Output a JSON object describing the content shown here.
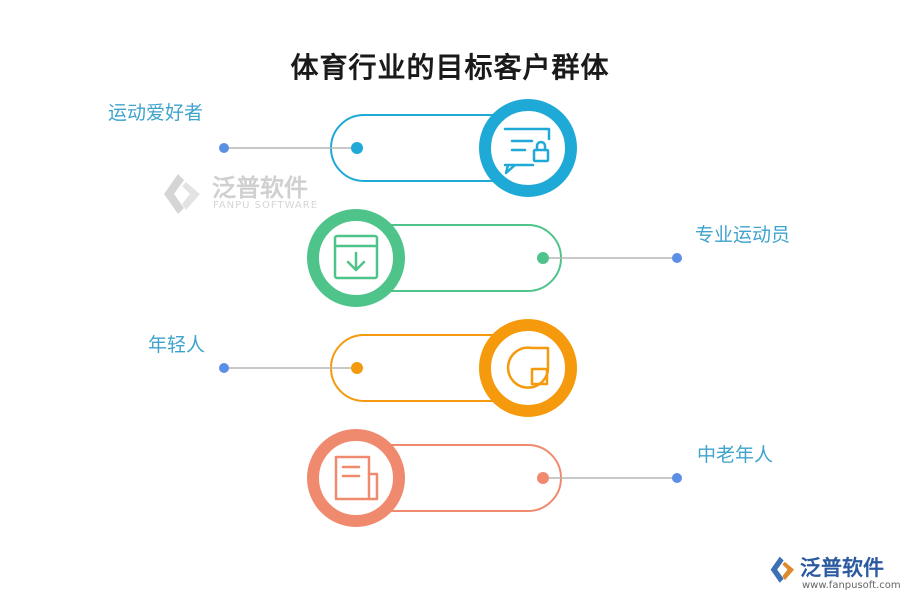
{
  "title": "体育行业的目标客户群体",
  "items": [
    {
      "label": "运动爱好者",
      "color": "#1fa9d6",
      "icon": "chat-lock-icon"
    },
    {
      "label": "专业运动员",
      "color": "#4fc48a",
      "icon": "download-box-icon"
    },
    {
      "label": "年轻人",
      "color": "#f59a0c",
      "icon": "chart-square-icon"
    },
    {
      "label": "中老年人",
      "color": "#f08a6e",
      "icon": "document-icon"
    }
  ],
  "watermark": {
    "name": "泛普软件",
    "sub": "FANPU SOFTWARE"
  },
  "corner_logo": {
    "name": "泛普软件",
    "url": "www.fanpusoft.com"
  },
  "colors": {
    "dot": "#5b8fe6",
    "line": "#b5b5b5",
    "label": "#3fa3cd"
  }
}
